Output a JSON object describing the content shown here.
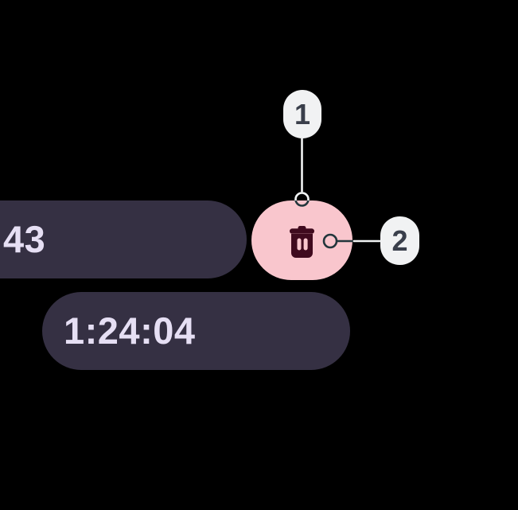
{
  "colors": {
    "background": "#000000",
    "chip_background": "#353043",
    "chip_text": "#E6DFF4",
    "delete_button_background": "#F9C6CD",
    "delete_icon": "#400A1E",
    "callout_background": "#F1F2F3",
    "callout_text": "#3A3F4B",
    "connector_light": "#F2F4F4",
    "connector_dark": "#22363C"
  },
  "chips": [
    {
      "label": "43"
    },
    {
      "label": "1:24:04"
    }
  ],
  "delete_button": {
    "icon": "trash-icon"
  },
  "callouts": [
    {
      "label": "1"
    },
    {
      "label": "2"
    }
  ]
}
